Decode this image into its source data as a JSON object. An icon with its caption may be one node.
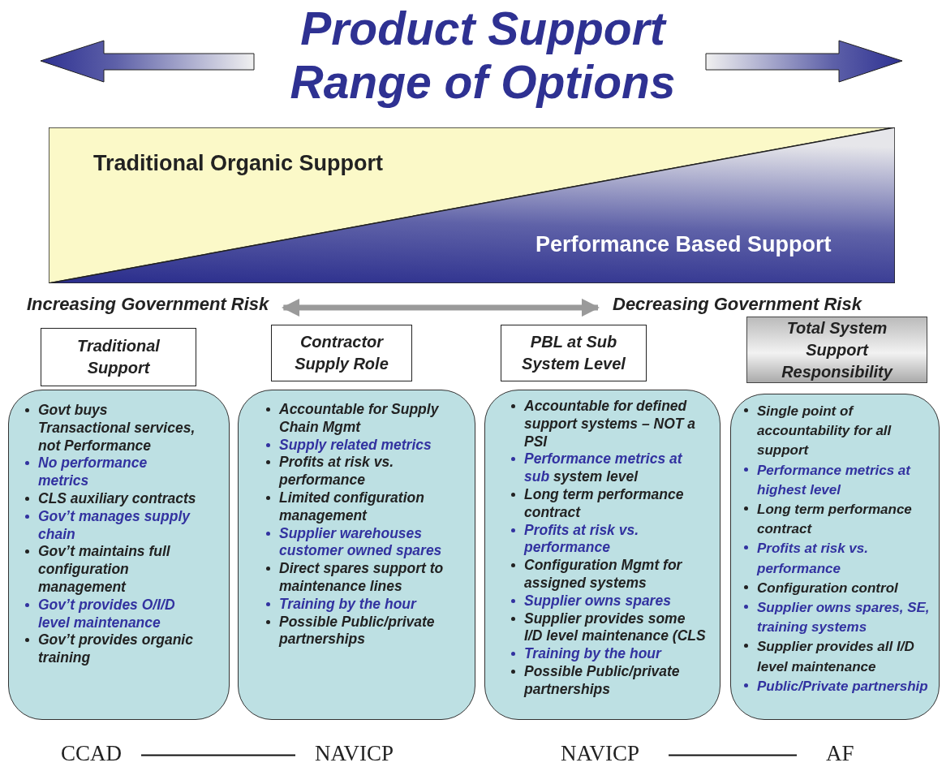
{
  "diagram": {
    "title": "Product Support Range of Options",
    "nodes": [
      {
        "text": [
          "Traditional Organic Support"
        ]
      },
      {
        "text": [
          "Performance Based Support"
        ]
      },
      {
        "text": [
          "Increasing Government Risk"
        ]
      },
      {
        "text": [
          "Decreasing Government Risk"
        ]
      },
      {
        "text": [
          "Traditional Support"
        ]
      },
      {
        "text": [
          "Contractor Supply Role"
        ]
      },
      {
        "text": [
          "PBL at Sub System Level"
        ]
      },
      {
        "text": [
          "Total System Support Responsibility"
        ]
      },
      {
        "text": [
          "Govt buys Transactional services, not Performance",
          "No performance metrics",
          "CLS auxiliary contracts",
          "Gov’t manages supply chain",
          "Gov’t maintains full configuration management",
          "Gov’t provides O/I/D level maintenance",
          "Gov’t provides organic training"
        ]
      },
      {
        "text": [
          "Accountable for Supply Chain Mgmt",
          "Supply related metrics",
          "Profits at  risk vs. performance",
          "Limited configuration management",
          "Supplier warehouses customer owned spares",
          "Direct spares support to maintenance lines",
          "Training by the hour",
          "Possible Public/private partnerships"
        ]
      },
      {
        "text": [
          "Accountable for defined support systems – NOT a PSI",
          "Performance metrics at sub system level",
          "Long term performance contract",
          "Profits at risk vs. performance",
          "Configuration Mgmt for assigned systems",
          "Supplier owns spares",
          "Supplier provides some I/D level maintenance (CLS",
          "Training by the hour",
          "Possible Public/private partnerships"
        ]
      },
      {
        "text": [
          "Single point of accountability for all support",
          "Performance metrics at highest level",
          "Long term performance contract",
          "Profits at risk vs. performance",
          "Configuration control",
          "Supplier owns spares, SE, training systems",
          "Supplier provides all I/D level maintenance",
          "Public/Private partnership"
        ]
      },
      {
        "text": [
          "CCAD"
        ]
      },
      {
        "text": [
          "NAVICP"
        ]
      },
      {
        "text": [
          "NAVICP"
        ]
      },
      {
        "text": [
          "AF"
        ]
      }
    ],
    "edges": [
      {
        "from": 2,
        "to": 3,
        "arrow": "both",
        "style": "thick",
        "color": "#9a9a9a"
      },
      {
        "from": 12,
        "to": 13,
        "arrow": "none"
      },
      {
        "from": 14,
        "to": 15,
        "arrow": "none"
      }
    ]
  }
}
